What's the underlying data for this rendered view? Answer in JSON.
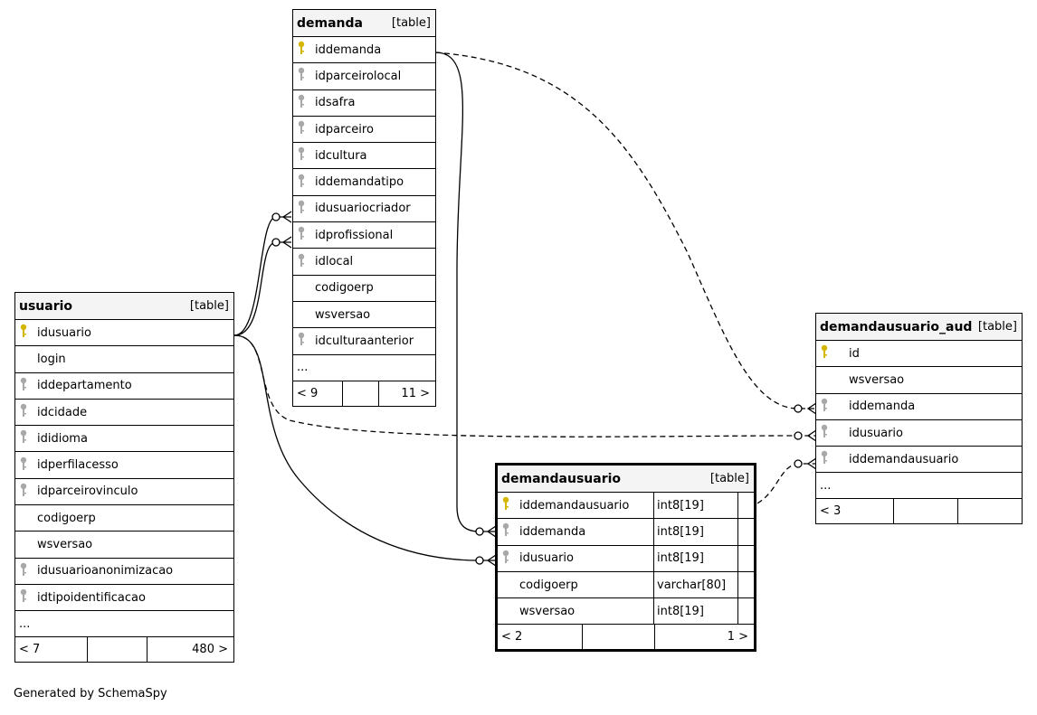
{
  "tables": {
    "demanda": {
      "name": "demanda",
      "tag": "[table]",
      "columns": [
        {
          "name": "iddemanda",
          "key": "pk"
        },
        {
          "name": "idparceirolocal",
          "key": "fk"
        },
        {
          "name": "idsafra",
          "key": "fk"
        },
        {
          "name": "idparceiro",
          "key": "fk"
        },
        {
          "name": "idcultura",
          "key": "fk"
        },
        {
          "name": "iddemandatipo",
          "key": "fk"
        },
        {
          "name": "idusuariocriador",
          "key": "fk"
        },
        {
          "name": "idprofissional",
          "key": "fk"
        },
        {
          "name": "idlocal",
          "key": "fk"
        },
        {
          "name": "codigoerp",
          "key": ""
        },
        {
          "name": "wsversao",
          "key": ""
        },
        {
          "name": "idculturaanterior",
          "key": "fk"
        }
      ],
      "more": "...",
      "footer": {
        "left": "< 9",
        "mid": "",
        "right": "11 >"
      }
    },
    "usuario": {
      "name": "usuario",
      "tag": "[table]",
      "columns": [
        {
          "name": "idusuario",
          "key": "pk"
        },
        {
          "name": "login",
          "key": ""
        },
        {
          "name": "iddepartamento",
          "key": "fk"
        },
        {
          "name": "idcidade",
          "key": "fk"
        },
        {
          "name": "ididioma",
          "key": "fk"
        },
        {
          "name": "idperfilacesso",
          "key": "fk"
        },
        {
          "name": "idparceirovinculo",
          "key": "fk"
        },
        {
          "name": "codigoerp",
          "key": ""
        },
        {
          "name": "wsversao",
          "key": ""
        },
        {
          "name": "idusuarioanonimizacao",
          "key": "fk"
        },
        {
          "name": "idtipoidentificacao",
          "key": "fk"
        }
      ],
      "more": "...",
      "footer": {
        "left": "< 7",
        "mid": "",
        "right": "480 >"
      }
    },
    "demandausuario_aud": {
      "name": "demandausuario_aud",
      "tag": "[table]",
      "columns": [
        {
          "name": "id",
          "key": "pk"
        },
        {
          "name": "wsversao",
          "key": ""
        },
        {
          "name": "iddemanda",
          "key": "fk"
        },
        {
          "name": "idusuario",
          "key": "fk"
        },
        {
          "name": "iddemandausuario",
          "key": "fk"
        }
      ],
      "more": "...",
      "footer": {
        "left": "< 3",
        "mid": "",
        "right": ""
      }
    },
    "demandausuario": {
      "name": "demandausuario",
      "tag": "[table]",
      "columns": [
        {
          "name": "iddemandausuario",
          "key": "pk",
          "type": "int8[19]"
        },
        {
          "name": "iddemanda",
          "key": "fk",
          "type": "int8[19]"
        },
        {
          "name": "idusuario",
          "key": "fk",
          "type": "int8[19]"
        },
        {
          "name": "codigoerp",
          "key": "",
          "type": "varchar[80]"
        },
        {
          "name": "wsversao",
          "key": "",
          "type": "int8[19]"
        }
      ],
      "footer": {
        "left": "< 2",
        "mid": "",
        "right": "1 >"
      }
    }
  },
  "credit": "Generated by SchemaSpy",
  "colors": {
    "primary_key": "#d4b500",
    "foreign_key": "#a8a8a8",
    "header_bg": "#f4f4f4"
  }
}
